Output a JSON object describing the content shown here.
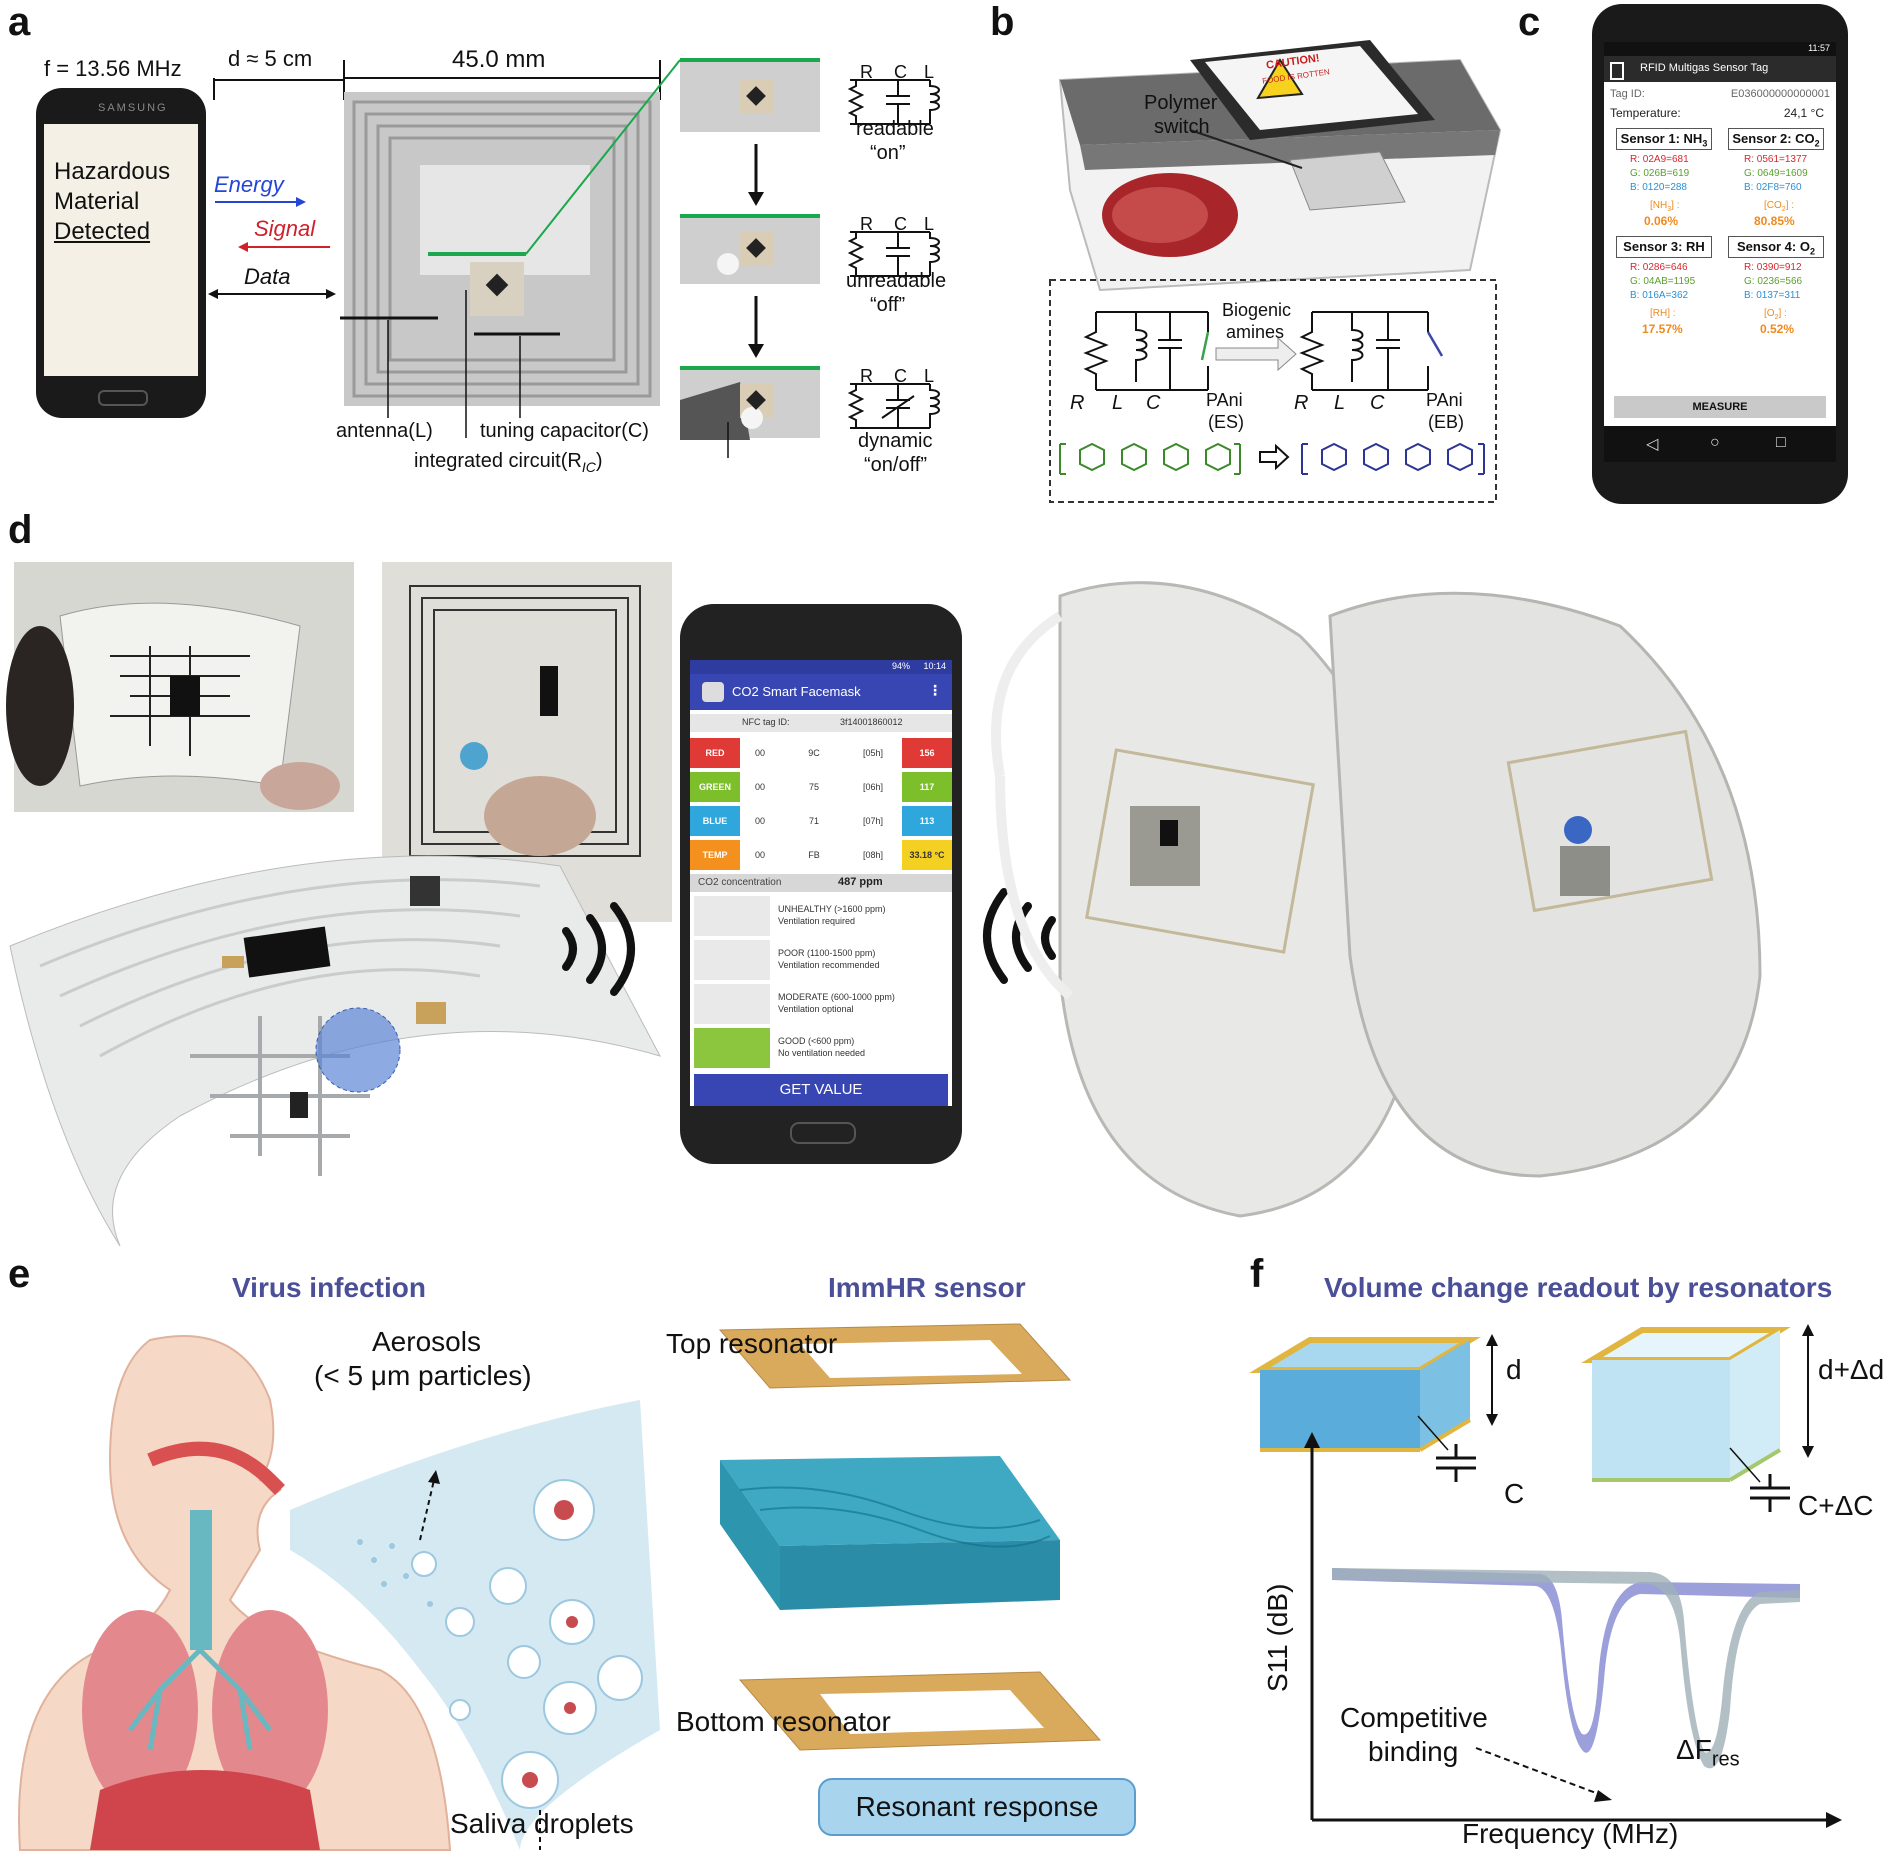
{
  "panels": {
    "a": {
      "label": "a",
      "freq": "f = 13.56 MHz",
      "distance": "d ≈ 5 cm",
      "size": "45.0 mm",
      "phone_brand": "SAMSUNG",
      "screen_lines": [
        "Hazardous",
        "Material",
        "Detected"
      ],
      "energy": "Energy",
      "signal": "Signal",
      "data": "Data",
      "states": [
        {
          "line1": "readable",
          "line2": "“on”"
        },
        {
          "line1": "unreadable",
          "line2": "“off”"
        },
        {
          "line1": "dynamic",
          "line2": "“on/off”"
        }
      ],
      "circuit_labels": {
        "r": "R",
        "c": "C",
        "l": "L"
      },
      "antenna": "antenna(L)",
      "tuning": "tuning capacitor(C)",
      "ic": "integrated circuit(R",
      "ic_sub": "IC",
      "ic_close": ")"
    },
    "b": {
      "label": "b",
      "polymer": "Polymer",
      "switch": "switch",
      "caution": "CAUTION!",
      "caution_sub": "FOOD IS ROTTEN",
      "biogenic": "Biogenic",
      "amines": "amines",
      "r": "R",
      "l": "L",
      "c": "C",
      "pani_left": "PAni",
      "pani_left_state": "(ES)",
      "pani_right": "PAni",
      "pani_right_state": "(EB)"
    },
    "c": {
      "label": "c",
      "status_time": "11:57",
      "app_title": "RFID Multigas Sensor Tag",
      "tag_label": "Tag ID:",
      "tag_value": "E036000000000001",
      "temp_label": "Temperature:",
      "temp_value": "24,1 °C",
      "sensors": [
        {
          "title": "Sensor 1: NH",
          "sub": "3",
          "r": "R: 02A9=681",
          "g": "G: 026B=619",
          "b": "B: 0120=288",
          "gas": "[NH",
          "gas_sub": "3",
          "gas_close": "] :",
          "value": "0.06%"
        },
        {
          "title": "Sensor 2: CO",
          "sub": "2",
          "r": "R: 0561=1377",
          "g": "G: 0649=1609",
          "b": "B: 02F8=760",
          "gas": "[CO",
          "gas_sub": "2",
          "gas_close": "] :",
          "value": "80.85%"
        },
        {
          "title": "Sensor 3: RH",
          "sub": "",
          "r": "R: 0286=646",
          "g": "G: 04AB=1195",
          "b": "B: 016A=362",
          "gas": "[RH",
          "gas_sub": "",
          "gas_close": "] :",
          "value": "17.57%"
        },
        {
          "title": "Sensor 4: O",
          "sub": "2",
          "r": "R: 0390=912",
          "g": "G: 0236=566",
          "b": "B: 0137=311",
          "gas": "[O",
          "gas_sub": "2",
          "gas_close": "] :",
          "value": "0.52%"
        }
      ],
      "measure": "MEASURE",
      "colors": {
        "r": "#d9262e",
        "g": "#5aa02c",
        "b": "#2a8fd6",
        "gas": "#f08a1c",
        "value": "#f08a1c"
      }
    },
    "d": {
      "label": "d",
      "status_time": "10:14",
      "status_batt": "94%",
      "app_title": "CO2 Smart Facemask",
      "nfc_label": "NFC tag ID:",
      "nfc_value": "3f14001860012",
      "rows": [
        {
          "name": "RED",
          "c1": "00",
          "c2": "9C",
          "c3": "[05h]",
          "val": "156",
          "color": "#e03a36"
        },
        {
          "name": "GREEN",
          "c1": "00",
          "c2": "75",
          "c3": "[06h]",
          "val": "117",
          "color": "#7cbf2a"
        },
        {
          "name": "BLUE",
          "c1": "00",
          "c2": "71",
          "c3": "[07h]",
          "val": "113",
          "color": "#2fa6dc"
        },
        {
          "name": "TEMP",
          "c1": "00",
          "c2": "FB",
          "c3": "[08h]",
          "val": "33.18 °C",
          "color": "#f3901e"
        }
      ],
      "co2_label": "CO2 concentration",
      "co2_value": "487 ppm",
      "air": [
        {
          "l1": "UNHEALTHY (>1600 ppm)",
          "l2": "Ventilation required",
          "swatch": "#e9e9ea"
        },
        {
          "l1": "POOR (1100-1500 ppm)",
          "l2": "Ventilation recommended",
          "swatch": "#e9e9ea"
        },
        {
          "l1": "MODERATE (600-1000 ppm)",
          "l2": "Ventilation optional",
          "swatch": "#e9e9ea"
        },
        {
          "l1": "GOOD (<600 ppm)",
          "l2": "No ventilation needed",
          "swatch": "#8cc63e"
        }
      ],
      "get_value": "GET VALUE"
    },
    "e": {
      "label": "e",
      "virus_title": "Virus infection",
      "aerosols": "Aerosols",
      "particles": "(< 5 μm particles)",
      "saliva": "Saliva droplets",
      "sensor_title": "ImmHR sensor",
      "top": "Top resonator",
      "bottom": "Bottom resonator",
      "response": "Resonant response"
    },
    "f": {
      "label": "f",
      "title": "Volume change readout by resonators",
      "d": "d",
      "dd": "d+Δd",
      "c": "C",
      "cdc": "C+ΔC",
      "ylabel": "S11 (dB)",
      "xlabel": "Frequency (MHz)",
      "competitive": "Competitive",
      "binding": "binding",
      "dfres": "ΔF",
      "dfres_sub": "res"
    }
  }
}
